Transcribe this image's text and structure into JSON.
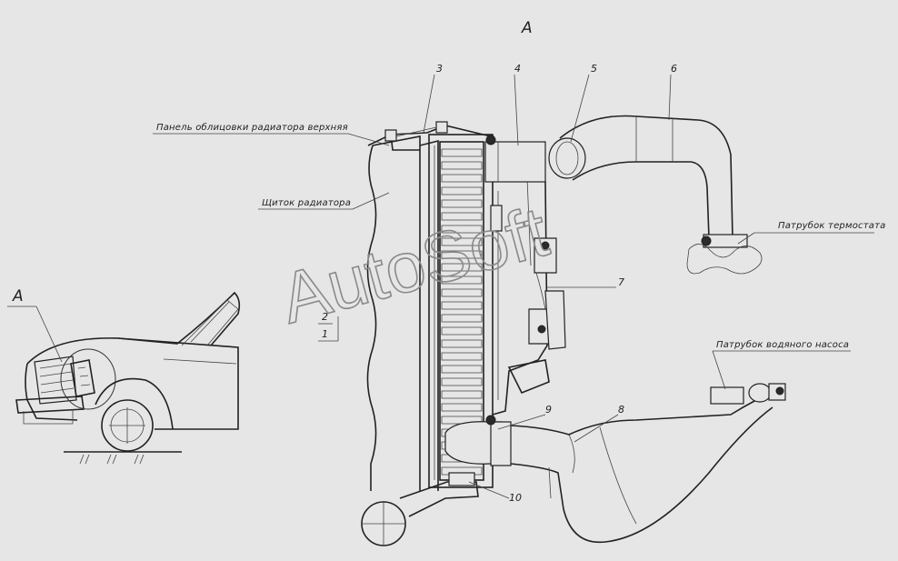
{
  "view": {
    "detail_mark_main": "A",
    "detail_mark_car": "A",
    "watermark": "AutoSoft"
  },
  "callouts": {
    "upper_panel": "Панель облицовки радиатора верхняя",
    "radiator_shield": "Щиток радиатора",
    "thermostat_pipe": "Патрубок термостата",
    "water_pump_pipe": "Патрубок водяного насоса"
  },
  "part_numbers": [
    "1",
    "2",
    "3",
    "4",
    "5",
    "6",
    "7",
    "8",
    "9",
    "10"
  ]
}
